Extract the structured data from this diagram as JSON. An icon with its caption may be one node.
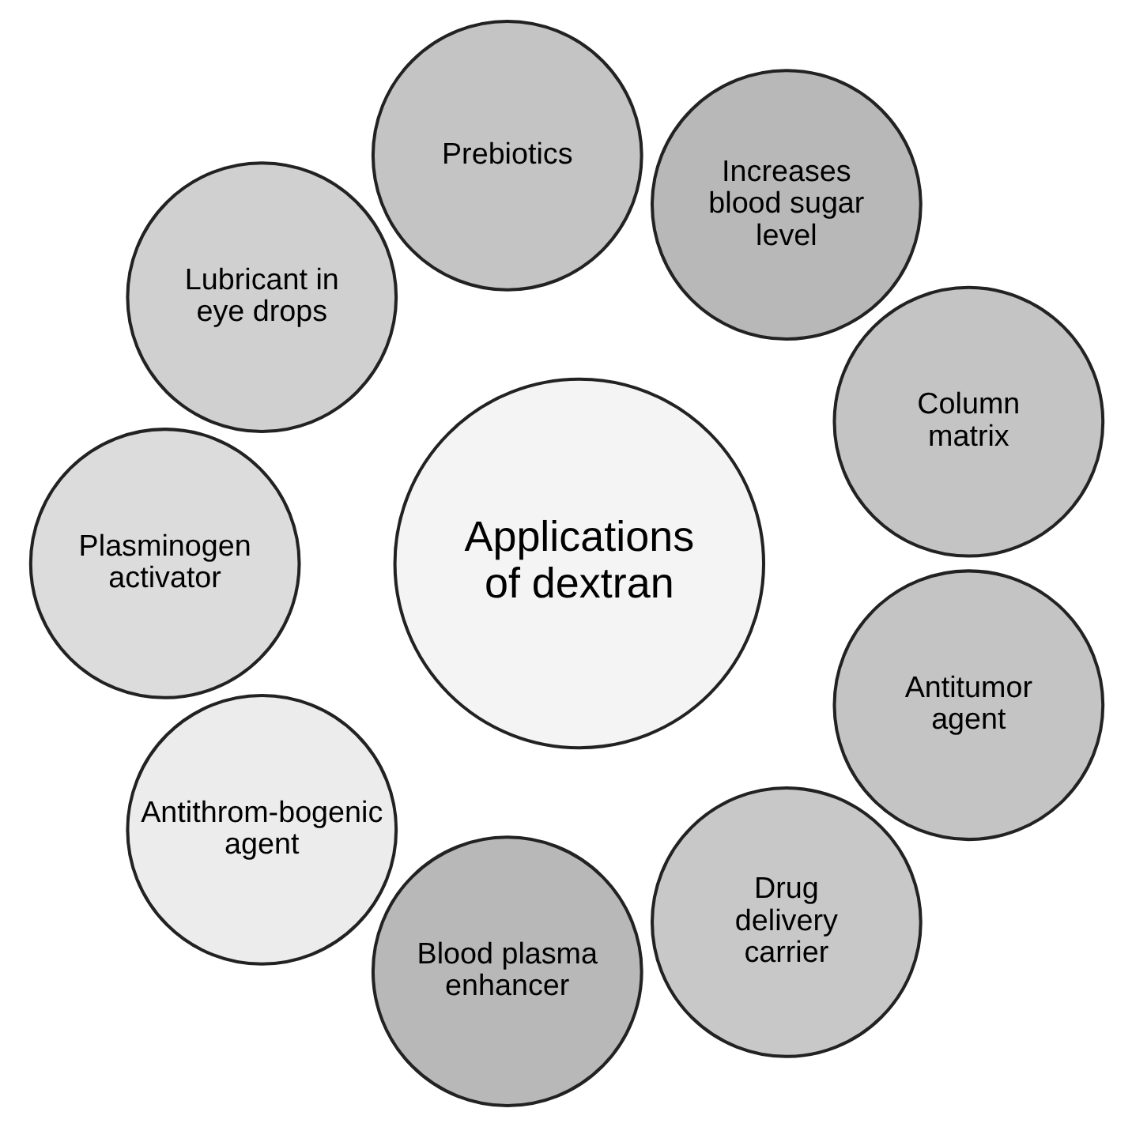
{
  "diagram": {
    "nodes": [
      {
        "text": [
          "Column matrix"
        ]
      },
      {
        "text": [
          "Increases blood sugar level"
        ]
      },
      {
        "text": [
          "Prebiotics"
        ]
      },
      {
        "text": [
          "Lubricant in eye drops"
        ]
      },
      {
        "text": [
          "Applications of dextran"
        ]
      },
      {
        "text": [
          "Plasminogen activator"
        ]
      },
      {
        "text": [
          "Antithrom-bogenic agent"
        ]
      },
      {
        "text": [
          "Blood plasma enhancer"
        ]
      },
      {
        "text": [
          "Drug delivery carrier"
        ]
      },
      {
        "text": [
          "Antitumor agent"
        ]
      }
    ]
  }
}
